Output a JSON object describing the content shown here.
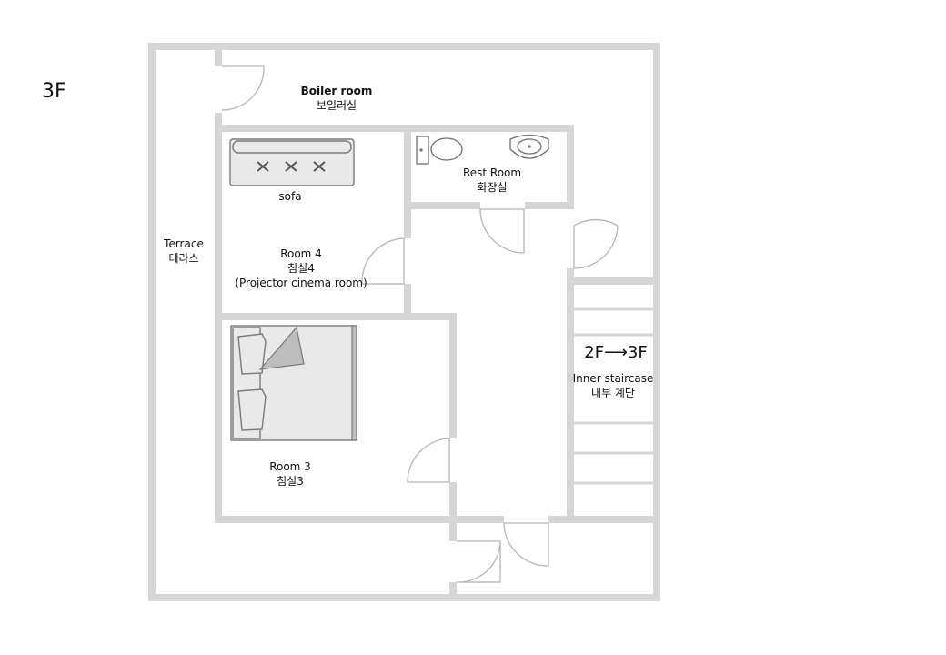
{
  "floor": {
    "title": "3F"
  },
  "rooms": {
    "boiler": {
      "name_en": "Boiler room",
      "name_ko": "보일러실"
    },
    "rest": {
      "name_en": "Rest Room",
      "name_ko": "화장실"
    },
    "terrace": {
      "name_en": "Terrace",
      "name_ko": "테라스"
    },
    "room4": {
      "name_en": "Room 4",
      "name_ko": "침실4",
      "note": "(Projector cinema room)"
    },
    "room3": {
      "name_en": "Room 3",
      "name_ko": "침실3"
    },
    "staircase": {
      "range": "2F⟶3F",
      "name_en": "Inner staircase",
      "name_ko": "내부 계단"
    }
  },
  "furniture": {
    "sofa_label": "sofa"
  },
  "colors": {
    "wall": "#d6d6d6",
    "door_arc": "#b5b5b5",
    "text": "#111111"
  }
}
